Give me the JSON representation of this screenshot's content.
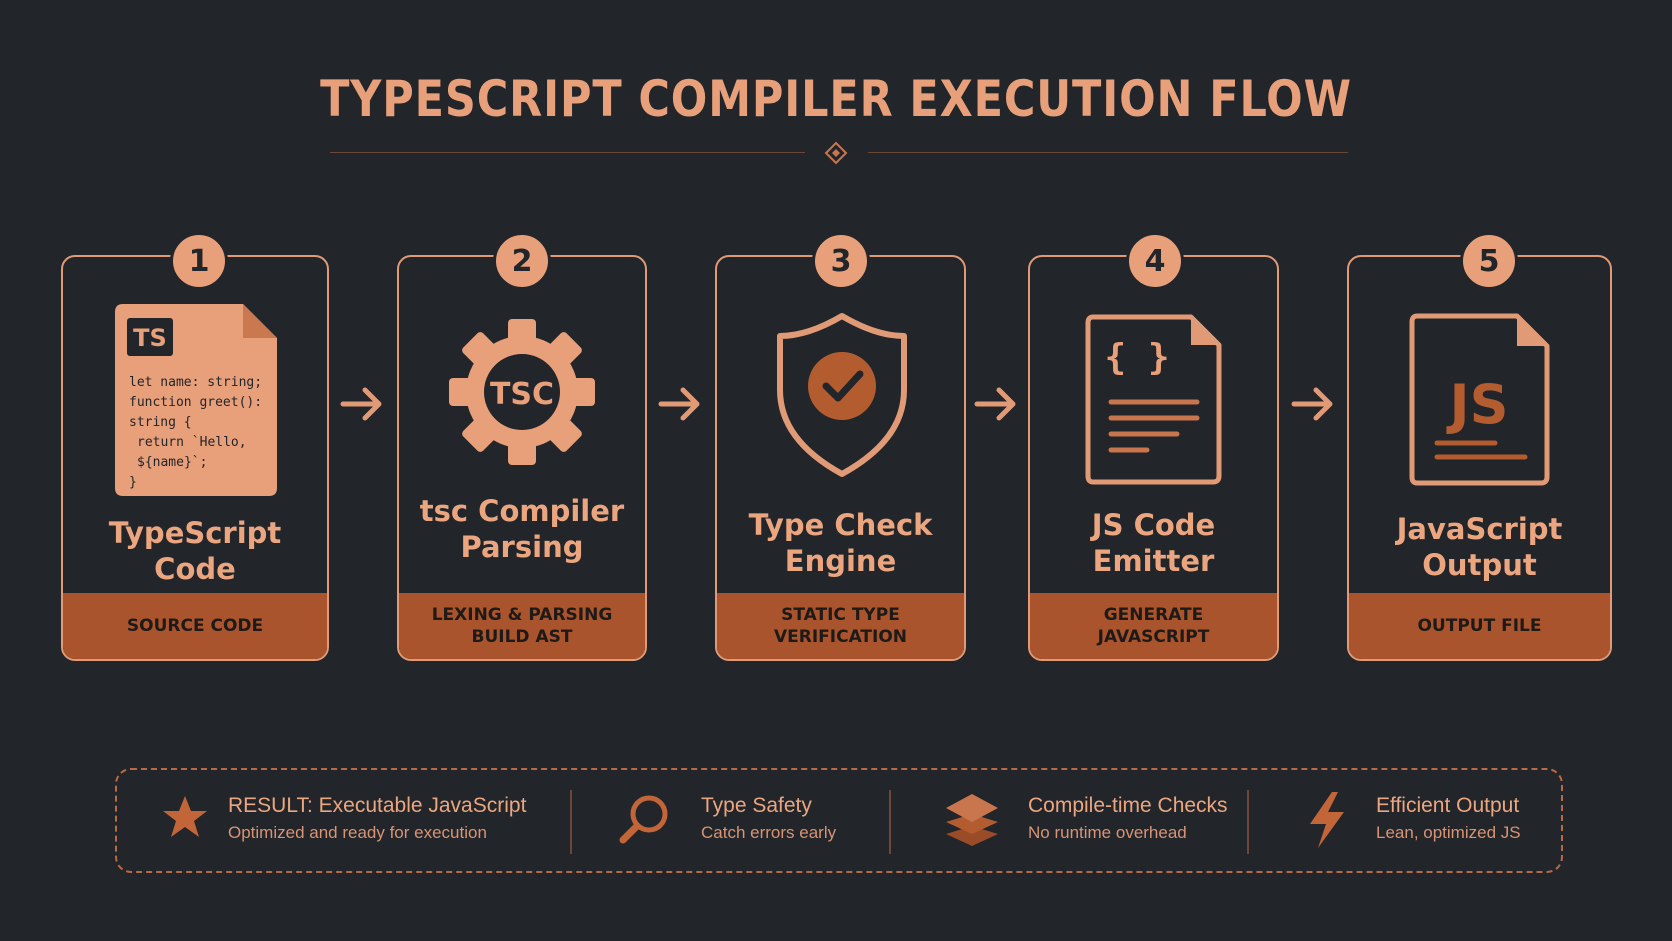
{
  "title": "TYPESCRIPT COMPILER EXECUTION FLOW",
  "colors": {
    "background": "#22252a",
    "accent": "#e8a07a",
    "accent_dark": "#a9542c",
    "text_dark": "#1e1a18"
  },
  "steps": [
    {
      "number": "1",
      "name": "TypeScript Code",
      "footer": "SOURCE CODE",
      "icon": "typescript-file-icon",
      "icon_badge": "TS",
      "code_lines": [
        "let name: string;",
        "function greet():",
        "string {",
        "  return `Hello,",
        "  ${name}`;",
        "}"
      ]
    },
    {
      "number": "2",
      "name": "tsc Compiler\nParsing",
      "footer": "LEXING & PARSING\nBUILD AST",
      "icon": "gear-icon",
      "icon_text": "TSC"
    },
    {
      "number": "3",
      "name": "Type Check Engine",
      "footer": "STATIC TYPE\nVERIFICATION",
      "icon": "shield-check-icon"
    },
    {
      "number": "4",
      "name": "JS Code Emitter",
      "footer": "GENERATE\nJAVASCRIPT",
      "icon": "code-document-icon",
      "icon_text": "{ }"
    },
    {
      "number": "5",
      "name": "JavaScript Output",
      "footer": "OUTPUT FILE",
      "icon": "javascript-file-icon",
      "icon_text": "JS"
    }
  ],
  "result_bar": [
    {
      "icon": "star-icon",
      "title": "RESULT: Executable JavaScript",
      "subtitle": "Optimized and ready for execution"
    },
    {
      "icon": "magnifier-icon",
      "title": "Type Safety",
      "subtitle": "Catch errors early"
    },
    {
      "icon": "layers-icon",
      "title": "Compile-time Checks",
      "subtitle": "No runtime overhead"
    },
    {
      "icon": "lightning-icon",
      "title": "Efficient Output",
      "subtitle": "Lean, optimized JS"
    }
  ]
}
